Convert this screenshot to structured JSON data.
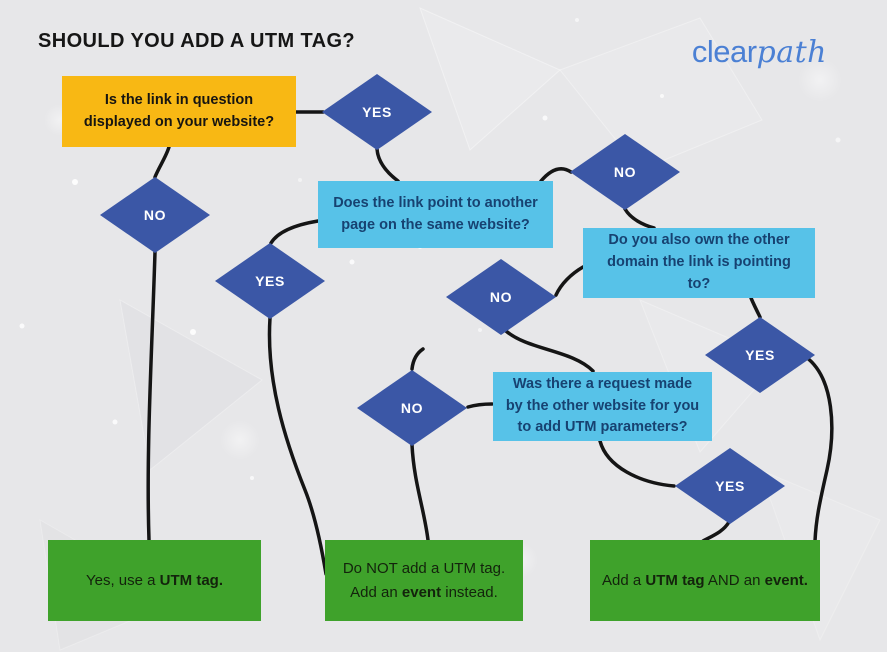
{
  "title": "SHOULD YOU ADD A UTM TAG?",
  "logo": {
    "clear": "clear",
    "path": "path"
  },
  "colors": {
    "bg": "#E7E7E9",
    "yellow": "#F8B814",
    "cyan": "#57C2E8",
    "blue": "#3B57A6",
    "green": "#3FA22B",
    "navy": "#174271",
    "logo": "#4B80D4",
    "line": "#151515"
  },
  "questions": {
    "q1": "Is the link in question displayed on your website?",
    "q2": "Does the link point to another page on the same website?",
    "q3": "Do you also own the other domain the link is pointing to?",
    "q4": "Was there a request made by the other website for you to add UTM parameters?"
  },
  "diamonds": {
    "yes1": "YES",
    "no1": "NO",
    "no2": "NO",
    "yes2": "YES",
    "no3": "NO",
    "yes3": "YES",
    "no4": "NO",
    "yes4": "YES"
  },
  "results": {
    "r1": {
      "parts": [
        {
          "t": "Yes, use a ",
          "b": false
        },
        {
          "t": "UTM tag.",
          "b": true
        }
      ]
    },
    "r2": {
      "parts": [
        {
          "t": "Do NOT add a UTM tag.",
          "b": false
        },
        {
          "br": true
        },
        {
          "t": "Add an ",
          "b": false
        },
        {
          "t": "event",
          "b": true
        },
        {
          "t": " instead.",
          "b": false
        }
      ]
    },
    "r3": {
      "parts": [
        {
          "t": "Add a ",
          "b": false
        },
        {
          "t": "UTM tag",
          "b": true
        },
        {
          "t": " AND an ",
          "b": false
        },
        {
          "t": "event",
          "b": true
        },
        {
          "t": ".",
          "b": true
        }
      ]
    }
  }
}
